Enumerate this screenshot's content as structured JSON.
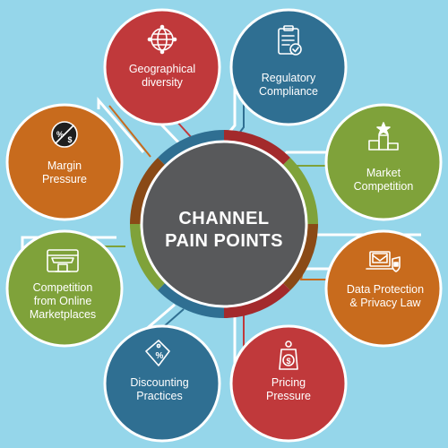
{
  "center": {
    "line1": "CHANNEL",
    "line2": "PAIN POINTS"
  },
  "colors": {
    "background": "#95d6ea",
    "hub": "#58595b",
    "red": "#c0393b",
    "blue": "#2f6f92",
    "green": "#7fa23a",
    "orange": "#c86b1d",
    "outline": "#ffffff",
    "connector_light": "#ffffff"
  },
  "nodes": [
    {
      "id": "geo",
      "line1": "Geographical",
      "line2": "diversity",
      "color": "red",
      "icon": "globe-icon"
    },
    {
      "id": "regulatory",
      "line1": "Regulatory",
      "line2": "Compliance",
      "color": "blue",
      "icon": "clipboard-check-icon"
    },
    {
      "id": "market",
      "line1": "Market",
      "line2": "Competition",
      "color": "green",
      "icon": "podium-star-icon"
    },
    {
      "id": "data",
      "line1": "Data Protection",
      "line2": "& Privacy Law",
      "color": "orange",
      "icon": "laptop-lock-icon"
    },
    {
      "id": "pricing",
      "line1": "Pricing",
      "line2": "Pressure",
      "color": "red",
      "icon": "dollar-tag-icon"
    },
    {
      "id": "discount",
      "line1": "Discounting",
      "line2": "Practices",
      "color": "blue",
      "icon": "percent-tag-icon"
    },
    {
      "id": "online",
      "line1": "Competition",
      "line2": "from Online",
      "line3": "Marketplaces",
      "color": "green",
      "icon": "storefront-icon"
    },
    {
      "id": "margin",
      "line1": "Margin",
      "line2": "Pressure",
      "color": "orange",
      "icon": "percent-dollar-icon"
    }
  ]
}
